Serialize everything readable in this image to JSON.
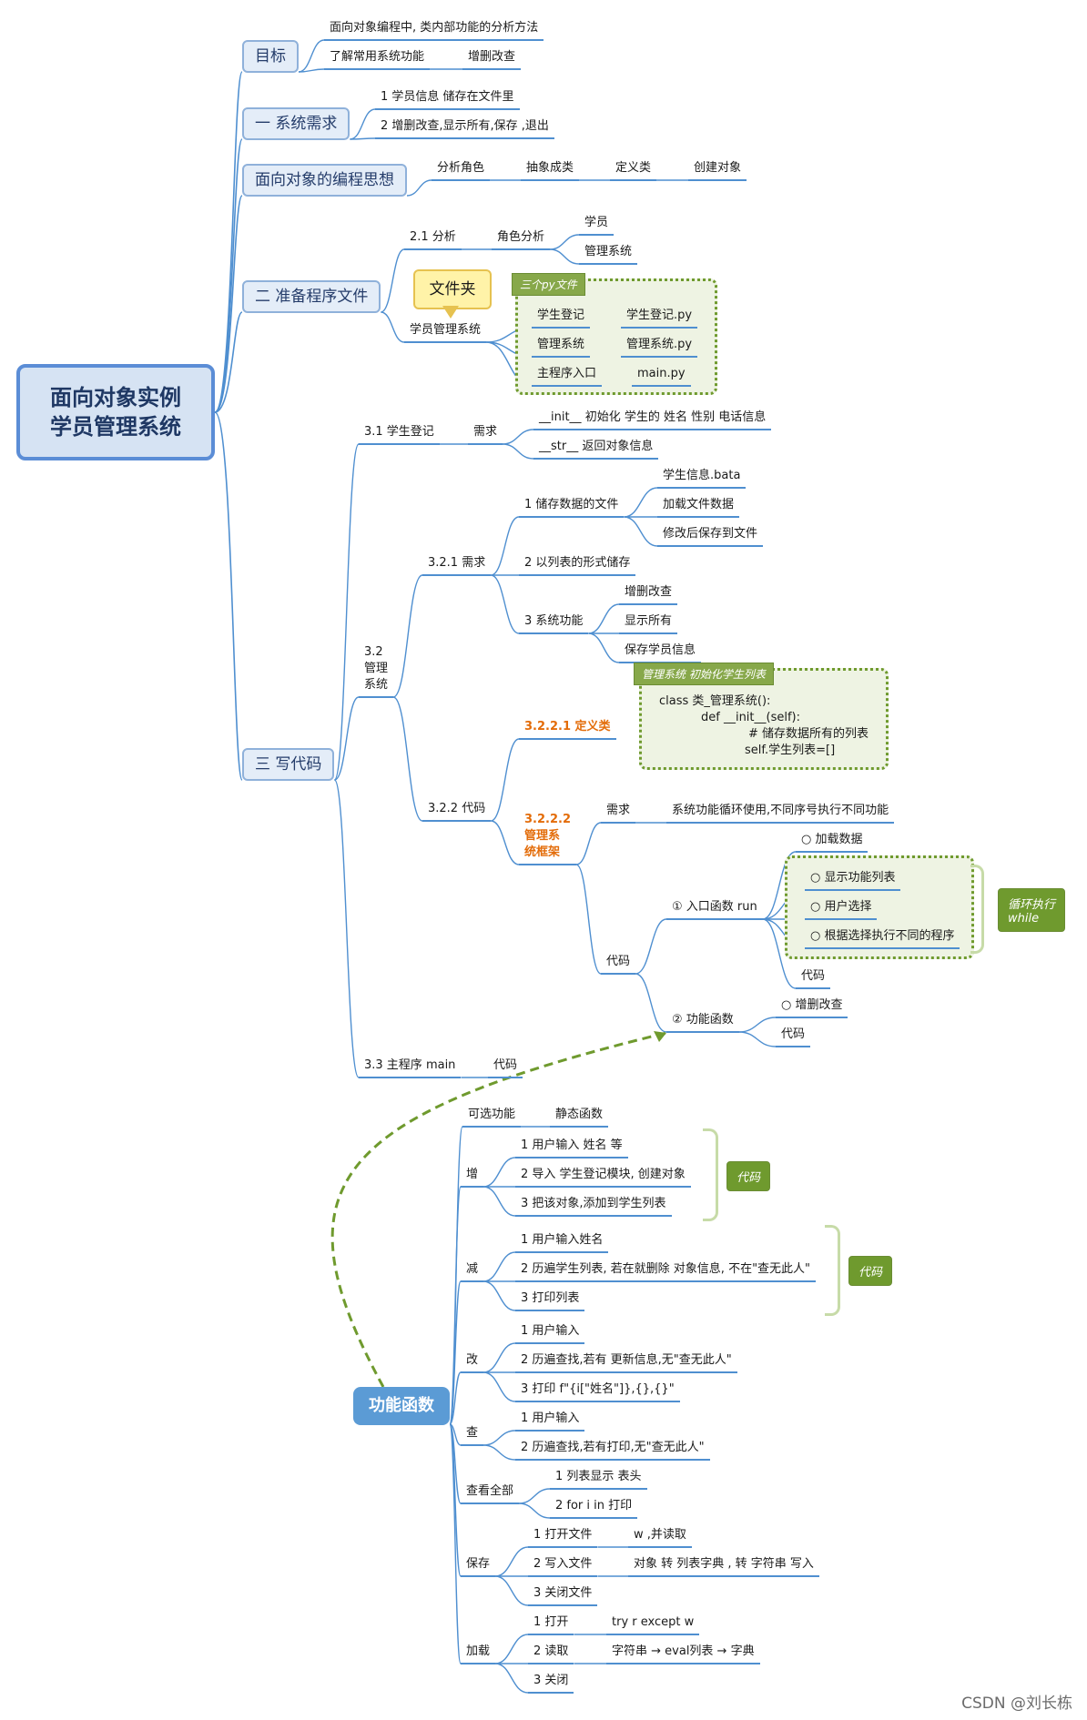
{
  "root": {
    "line1": "面向对象实例",
    "line2": "学员管理系统"
  },
  "nodes": {
    "goal": "目标",
    "goal_1": "面向对象编程中, 类内部功能的分析方法",
    "goal_2": "了解常用系统功能",
    "goal_2a": "增删改查",
    "req": "一 系统需求",
    "req_1": "1  学员信息 储存在文件里",
    "req_2": "2 增删改查,显示所有,保存 ,退出",
    "oop": "面向对象的编程思想",
    "oop_1": "分析角色",
    "oop_2": "抽象成类",
    "oop_3": "定义类",
    "oop_4": "创建对象",
    "prep": "二 准备程序文件",
    "prep_21": "2.1 分析",
    "prep_role": "角色分析",
    "prep_student": "学员",
    "prep_mgr": "管理系统",
    "prep_sys": "学员管理系统",
    "prep_f1": "学生登记",
    "prep_f1v": "学生登记.py",
    "prep_f2": "管理系统",
    "prep_f2v": "管理系统.py",
    "prep_f3": "主程序入口",
    "prep_f3v": "main.py",
    "callout": "文件夹",
    "tag_py": "三个py文件",
    "code": "三 写代码",
    "c31": "3.1 学生登记",
    "c31_req": "需求",
    "c31_a": "__init__ 初始化 学生的 姓名 性别 电话信息",
    "c31_b": "__str__  返回对象信息",
    "c32": "3.2\n管理\n系统",
    "c321": "3.2.1 需求",
    "c321_1": "1 储存数据的文件",
    "c321_1a": "学生信息.bata",
    "c321_1b": "加载文件数据",
    "c321_1c": "修改后保存到文件",
    "c321_2": "2 以列表的形式储存",
    "c321_3": "3 系统功能",
    "c321_3a": "增删改查",
    "c321_3b": "显示所有",
    "c321_3c": "保存学员信息",
    "c322": "3.2.2 代码",
    "c3221": "3.2.2.1 定义类",
    "tag_init": "管理系统 初始化学生列表",
    "code_l1": "class 类_管理系统():",
    "code_l2": "def __init__(self):",
    "code_l3": "# 储存数据所有的列表",
    "code_l4": "self.学生列表=[]",
    "c3222": "3.2.2.2\n管理系\n统框架",
    "c3222_req": "需求",
    "c3222_req_a": "系统功能循环使用,不同序号执行不同功能",
    "c3222_code": "代码",
    "entry": "① 入口函数 run",
    "entry_a": "○ 加载数据",
    "entry_b": "○ 显示功能列表",
    "entry_c": "○ 用户选择",
    "entry_d": "○ 根据选择执行不同的程序",
    "entry_code": "代码",
    "tag_loop": "循环执行\nwhile",
    "func": "② 功能函数",
    "func_a": "○ 增删改查",
    "func_code": "代码",
    "c33": "3.3 主程序 main",
    "c33_code": "代码",
    "fn_root": "功能函数",
    "opt": "可选功能",
    "opt_a": "静态函数",
    "add": "增",
    "add_1": "1 用户输入 姓名  等",
    "add_2": "2 导入 学生登记模块, 创建对象",
    "add_3": "3 把该对象,添加到学生列表",
    "tag_add": "代码",
    "del": "减",
    "del_1": "1 用户输入姓名",
    "del_2": "2 历遍学生列表, 若在就删除 对象信息, 不在\"查无此人\"",
    "del_3": "3 打印列表",
    "tag_del": "代码",
    "mod": "改",
    "mod_1": "1 用户输入",
    "mod_2": "2 历遍查找,若有 更新信息,无\"查无此人\"",
    "mod_3": "3 打印 f\"{i[\"姓名\"]},{},{}\"",
    "find": "查",
    "find_1": "1 用户输入",
    "find_2": "2 历遍查找,若有打印,无\"查无此人\"",
    "all": "查看全部",
    "all_1": "1 列表显示 表头",
    "all_2": "2 for i in  打印",
    "save": "保存",
    "save_1": "1 打开文件",
    "save_1a": "w ,并读取",
    "save_2": "2 写入文件",
    "save_2a": "对象 转 列表字典 , 转 字符串 写入",
    "save_3": "3 关闭文件",
    "load": "加载",
    "load_1": "1 打开",
    "load_1a": "try  r except w",
    "load_2": "2 读取",
    "load_2a": "字符串 → eval列表 → 字典",
    "load_3": "3 关闭"
  },
  "watermark": "CSDN @刘长栋",
  "colors": {
    "line": "#4f8fd0",
    "root_fill": "#d6e3f3",
    "fn_fill": "#5b9bd5",
    "box_border": "#6f9a2e",
    "orange": "#e36c09"
  }
}
